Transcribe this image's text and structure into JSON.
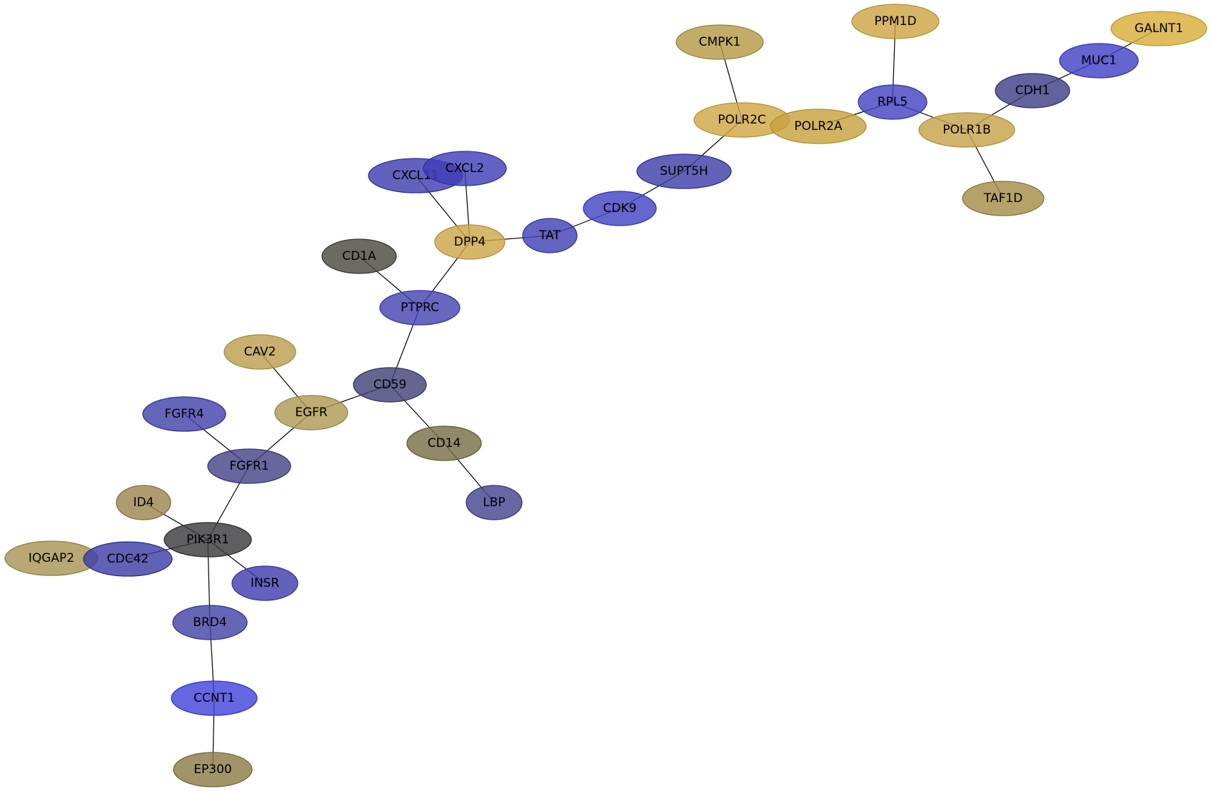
{
  "nodes": [
    {
      "id": "CXCL11",
      "label": "CXCL11",
      "fill": "#3f3fb0",
      "stroke": "#2f2fa0"
    },
    {
      "id": "CXCL2",
      "label": "CXCL2",
      "fill": "#3f3fb8",
      "stroke": "#2f2fa8"
    },
    {
      "id": "GALNT1",
      "label": "GALNT1",
      "fill": "#d8ae3a",
      "stroke": "#c09a28"
    },
    {
      "id": "PPM1D",
      "label": "PPM1D",
      "fill": "#cda545",
      "stroke": "#b89030"
    },
    {
      "id": "CMPK1",
      "label": "CMPK1",
      "fill": "#b59a48",
      "stroke": "#9e8434"
    },
    {
      "id": "MUC1",
      "label": "MUC1",
      "fill": "#4343c8",
      "stroke": "#3333b0"
    },
    {
      "id": "CDH1",
      "label": "CDH1",
      "fill": "#404088",
      "stroke": "#303070"
    },
    {
      "id": "RPL5",
      "label": "RPL5",
      "fill": "#4444c2",
      "stroke": "#3434aa"
    },
    {
      "id": "POLR2C",
      "label": "POLR2C",
      "fill": "#d0a844",
      "stroke": "#b89232"
    },
    {
      "id": "POLR2A",
      "label": "POLR2A",
      "fill": "#c8a240",
      "stroke": "#b08e2e"
    },
    {
      "id": "POLR1B",
      "label": "POLR1B",
      "fill": "#c7a44a",
      "stroke": "#b08e38"
    },
    {
      "id": "TAF1D",
      "label": "TAF1D",
      "fill": "#a48d48",
      "stroke": "#8c7636"
    },
    {
      "id": "SUPT5H",
      "label": "SUPT5H",
      "fill": "#3f3fa8",
      "stroke": "#2f2f94"
    },
    {
      "id": "CDK9",
      "label": "CDK9",
      "fill": "#4444c4",
      "stroke": "#3434ac"
    },
    {
      "id": "TAT",
      "label": "TAT",
      "fill": "#4242b4",
      "stroke": "#32329e"
    },
    {
      "id": "DPP4",
      "label": "DPP4",
      "fill": "#cca64a",
      "stroke": "#b49036"
    },
    {
      "id": "CD1A",
      "label": "CD1A",
      "fill": "#4a4a42",
      "stroke": "#383830"
    },
    {
      "id": "PTPRC",
      "label": "PTPRC",
      "fill": "#4545b2",
      "stroke": "#35359c"
    },
    {
      "id": "CAV2",
      "label": "CAV2",
      "fill": "#bc9f50",
      "stroke": "#a4883c"
    },
    {
      "id": "CD59",
      "label": "CD59",
      "fill": "#434378",
      "stroke": "#333366"
    },
    {
      "id": "FGFR4",
      "label": "FGFR4",
      "fill": "#4343aa",
      "stroke": "#333396"
    },
    {
      "id": "EGFR",
      "label": "EGFR",
      "fill": "#ae9a54",
      "stroke": "#968440"
    },
    {
      "id": "CD14",
      "label": "CD14",
      "fill": "#787048",
      "stroke": "#625a36"
    },
    {
      "id": "FGFR1",
      "label": "FGFR1",
      "fill": "#454588",
      "stroke": "#353574"
    },
    {
      "id": "LBP",
      "label": "LBP",
      "fill": "#464690",
      "stroke": "#36367a"
    },
    {
      "id": "ID4",
      "label": "ID4",
      "fill": "#9c8650",
      "stroke": "#84703e"
    },
    {
      "id": "PIK3R1",
      "label": "PIK3R1",
      "fill": "#3c3c40",
      "stroke": "#2c2c30"
    },
    {
      "id": "IQGAP2",
      "label": "IQGAP2",
      "fill": "#a89554",
      "stroke": "#908040"
    },
    {
      "id": "CDC42",
      "label": "CDC42",
      "fill": "#3e3ea6",
      "stroke": "#2e2e92"
    },
    {
      "id": "INSR",
      "label": "INSR",
      "fill": "#4040b0",
      "stroke": "#30309c"
    },
    {
      "id": "BRD4",
      "label": "BRD4",
      "fill": "#4444a6",
      "stroke": "#343492"
    },
    {
      "id": "CCNT1",
      "label": "CCNT1",
      "fill": "#4444dc",
      "stroke": "#3434c4"
    },
    {
      "id": "EP300",
      "label": "EP300",
      "fill": "#8e7c48",
      "stroke": "#766636"
    }
  ],
  "edges": [
    [
      "CXCL11",
      "DPP4"
    ],
    [
      "CXCL2",
      "DPP4"
    ],
    [
      "DPP4",
      "TAT"
    ],
    [
      "DPP4",
      "PTPRC"
    ],
    [
      "TAT",
      "CDK9"
    ],
    [
      "CDK9",
      "SUPT5H"
    ],
    [
      "SUPT5H",
      "POLR2C"
    ],
    [
      "CMPK1",
      "POLR2C"
    ],
    [
      "POLR2A",
      "RPL5"
    ],
    [
      "PPM1D",
      "RPL5"
    ],
    [
      "RPL5",
      "POLR1B"
    ],
    [
      "POLR1B",
      "CDH1"
    ],
    [
      "POLR1B",
      "TAF1D"
    ],
    [
      "CDH1",
      "MUC1"
    ],
    [
      "MUC1",
      "GALNT1"
    ],
    [
      "CD1A",
      "PTPRC"
    ],
    [
      "PTPRC",
      "CD59"
    ],
    [
      "CD59",
      "EGFR"
    ],
    [
      "CD59",
      "CD14"
    ],
    [
      "CD14",
      "LBP"
    ],
    [
      "CAV2",
      "EGFR"
    ],
    [
      "EGFR",
      "FGFR1"
    ],
    [
      "FGFR4",
      "FGFR1"
    ],
    [
      "FGFR1",
      "PIK3R1"
    ],
    [
      "ID4",
      "PIK3R1"
    ],
    [
      "PIK3R1",
      "CDC42"
    ],
    [
      "PIK3R1",
      "INSR"
    ],
    [
      "PIK3R1",
      "BRD4"
    ],
    [
      "BRD4",
      "CCNT1"
    ],
    [
      "CCNT1",
      "EP300"
    ]
  ]
}
